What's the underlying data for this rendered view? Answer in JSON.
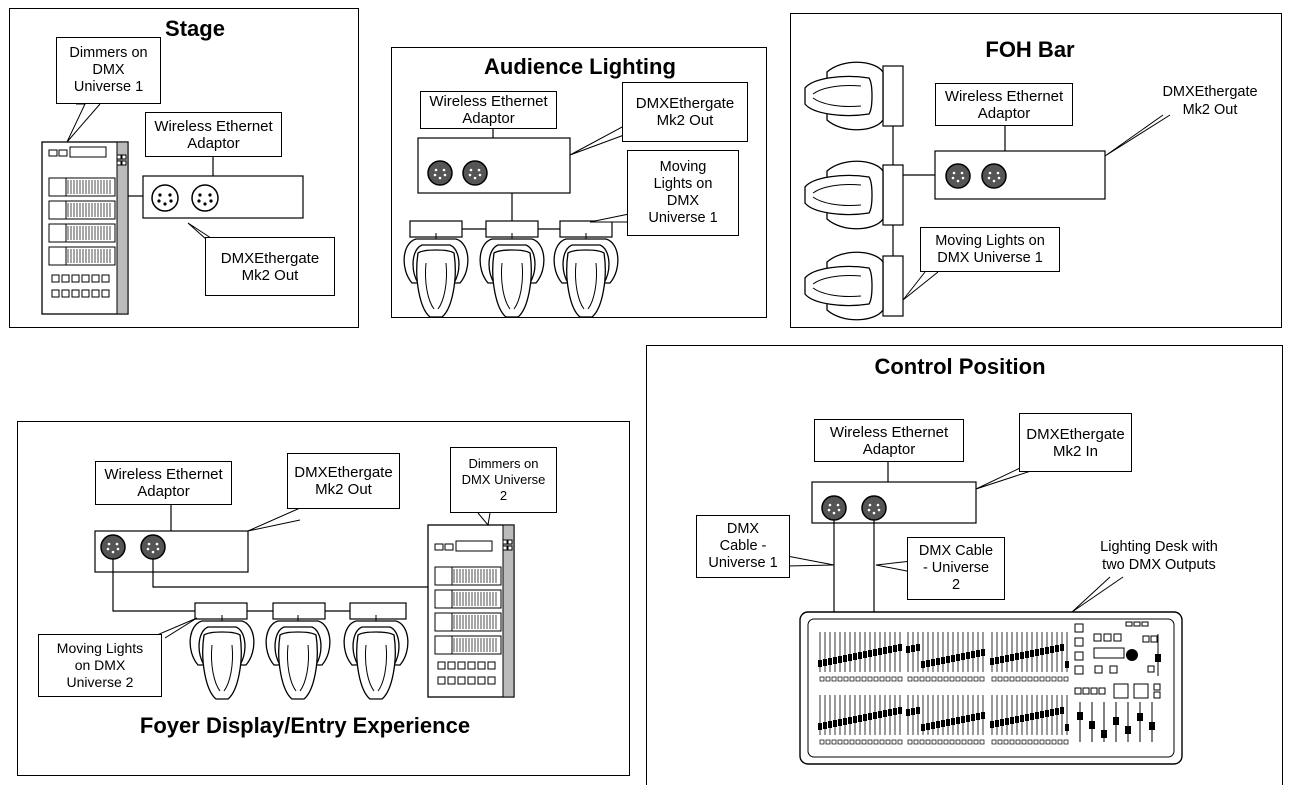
{
  "panels": {
    "stage": {
      "title": "Stage",
      "callout_dimmers": "Dimmers on\nDMX\nUniverse 1",
      "adaptor": "Wireless Ethernet\nAdaptor",
      "callout_out": "DMXEthergate\nMk2 Out"
    },
    "audience": {
      "title": "Audience Lighting",
      "adaptor": "Wireless Ethernet\nAdaptor",
      "callout_out": "DMXEthergate\nMk2 Out",
      "callout_moving": "Moving\nLights on\nDMX\nUniverse 1"
    },
    "foh": {
      "title": "FOH Bar",
      "adaptor": "Wireless Ethernet\nAdaptor",
      "callout_out": "DMXEthergate\nMk2 Out",
      "callout_moving": "Moving Lights on\nDMX Universe 1"
    },
    "foyer": {
      "title": "Foyer Display/Entry Experience",
      "adaptor": "Wireless Ethernet\nAdaptor",
      "callout_out": "DMXEthergate\nMk2 Out",
      "callout_dimmers": "Dimmers on\nDMX Universe\n2",
      "callout_moving": "Moving Lights\non DMX\nUniverse 2"
    },
    "control": {
      "title": "Control Position",
      "adaptor": "Wireless Ethernet\nAdaptor",
      "callout_in": "DMXEthergate\nMk2 In",
      "callout_cable1": "DMX\nCable -\nUniverse 1",
      "callout_cable2": "DMX Cable\n- Universe\n2",
      "callout_desk": "Lighting Desk with\ntwo DMX Outputs"
    }
  }
}
